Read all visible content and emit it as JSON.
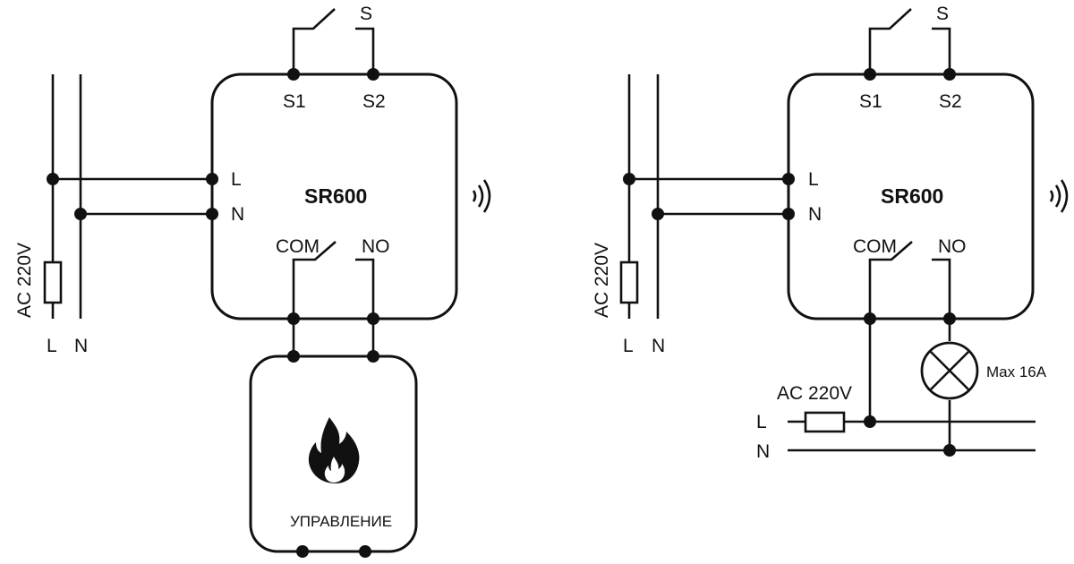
{
  "diagrams": [
    {
      "id": "heating-control",
      "device_name": "SR600",
      "switch_label": "S",
      "terminals": {
        "s1": "S1",
        "s2": "S2",
        "l": "L",
        "n": "N",
        "com": "COM",
        "no": "NO"
      },
      "supply": {
        "voltage_label": "AC 220V",
        "line_label": "L",
        "neutral_label": "N"
      },
      "load": {
        "type": "boiler",
        "icon": "flame-icon",
        "label": "УПРАВЛЕНИЕ"
      },
      "wireless_icon": "wireless-signal-icon"
    },
    {
      "id": "lamp-load",
      "device_name": "SR600",
      "switch_label": "S",
      "terminals": {
        "s1": "S1",
        "s2": "S2",
        "l": "L",
        "n": "N",
        "com": "COM",
        "no": "NO"
      },
      "supply": {
        "voltage_label": "AC 220V",
        "line_label": "L",
        "neutral_label": "N"
      },
      "load": {
        "type": "lamp",
        "icon": "lamp-icon",
        "rating_label": "Max 16A",
        "supply_voltage_label": "AC 220V",
        "line_label": "L",
        "neutral_label": "N"
      },
      "wireless_icon": "wireless-signal-icon"
    }
  ]
}
